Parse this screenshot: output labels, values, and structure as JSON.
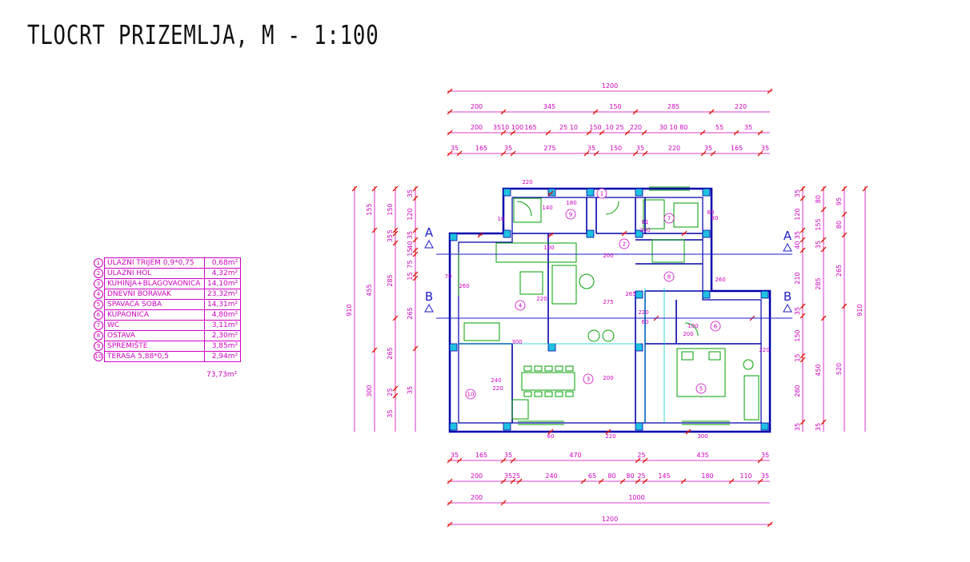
{
  "title": "TLOCRT PRIZEMLJA, M - 1:100",
  "rooms": [
    {
      "num": "1",
      "name": "ULAZNI TRIJEM 0,9*0,75",
      "area": "0,68m²"
    },
    {
      "num": "2",
      "name": "ULAZNI HOL",
      "area": "4,32m²"
    },
    {
      "num": "3",
      "name": "KUHINJA+BLAGOVAONICA",
      "area": "14,10m²"
    },
    {
      "num": "4",
      "name": "DNEVNI BORAVAK",
      "area": "23,32m²"
    },
    {
      "num": "5",
      "name": "SPAVAĆA SOBA",
      "area": "14,31m²"
    },
    {
      "num": "6",
      "name": "KUPAONICA",
      "area": "4,80m²"
    },
    {
      "num": "7",
      "name": "WC",
      "area": "3,11m²"
    },
    {
      "num": "8",
      "name": "OSTAVA",
      "area": "2,30m²"
    },
    {
      "num": "9",
      "name": "SPREMIŠTE",
      "area": "3,85m²"
    },
    {
      "num": "10",
      "name": "TERASA 5,88*0,5",
      "area": "2,94m²"
    }
  ],
  "total_area": "73,73m²",
  "section_labels": {
    "a": "A",
    "b": "B"
  },
  "dims": {
    "top_row1": [
      "1200"
    ],
    "top_row2": [
      "200",
      "345",
      "150",
      "285",
      "220"
    ],
    "top_row3": [
      "200",
      "3510",
      "100",
      "165",
      "25",
      "10",
      "150",
      "10",
      "25",
      "220",
      "30",
      "10",
      "80",
      "55",
      "35"
    ],
    "top_row4": [
      "35",
      "165",
      "35",
      "275",
      "35",
      "150",
      "35",
      "220",
      "35",
      "165",
      "35"
    ],
    "bottom_row1": [
      "35",
      "165",
      "35",
      "470",
      "25",
      "435",
      "35"
    ],
    "bottom_row2": [
      "200",
      "35",
      "25",
      "240",
      "65",
      "80",
      "80",
      "25",
      "145",
      "180",
      "110",
      "35"
    ],
    "bottom_row3": [
      "200",
      "1000"
    ],
    "bottom_row4": [
      "1200"
    ],
    "left_outer": "910",
    "left_col2": [
      "155",
      "455",
      "300"
    ],
    "left_col3": [
      "150",
      "5",
      "35",
      "285",
      "265",
      "25",
      "35"
    ],
    "left_col4": [
      "35",
      "120",
      "35",
      "40",
      "15",
      "75",
      "15",
      "265",
      "35"
    ],
    "right_col1": [
      "35",
      "120",
      "35",
      "40",
      "210",
      "35",
      "150",
      "15",
      "280",
      "35"
    ],
    "right_col2": [
      "80",
      "155",
      "35",
      "285",
      "450",
      "35"
    ],
    "right_col3": [
      "95",
      "80",
      "265",
      "520"
    ],
    "right_outer": "910",
    "plan_notes": [
      "220",
      "180",
      "140",
      "10",
      "100",
      "70",
      "260",
      "220",
      "200",
      "275",
      "265",
      "300",
      "240",
      "220",
      "220",
      "80",
      "60",
      "81",
      "200",
      "60",
      "260",
      "220",
      "200",
      "100",
      "60",
      "220",
      "300",
      "200"
    ]
  },
  "colors": {
    "wall": "#0000aa",
    "furniture": "#00a000",
    "dimension": "#d000c0",
    "section": "#1e1ec8",
    "cyan": "#00c8c8",
    "column": "#20c0e0",
    "marker": "#e00000"
  }
}
